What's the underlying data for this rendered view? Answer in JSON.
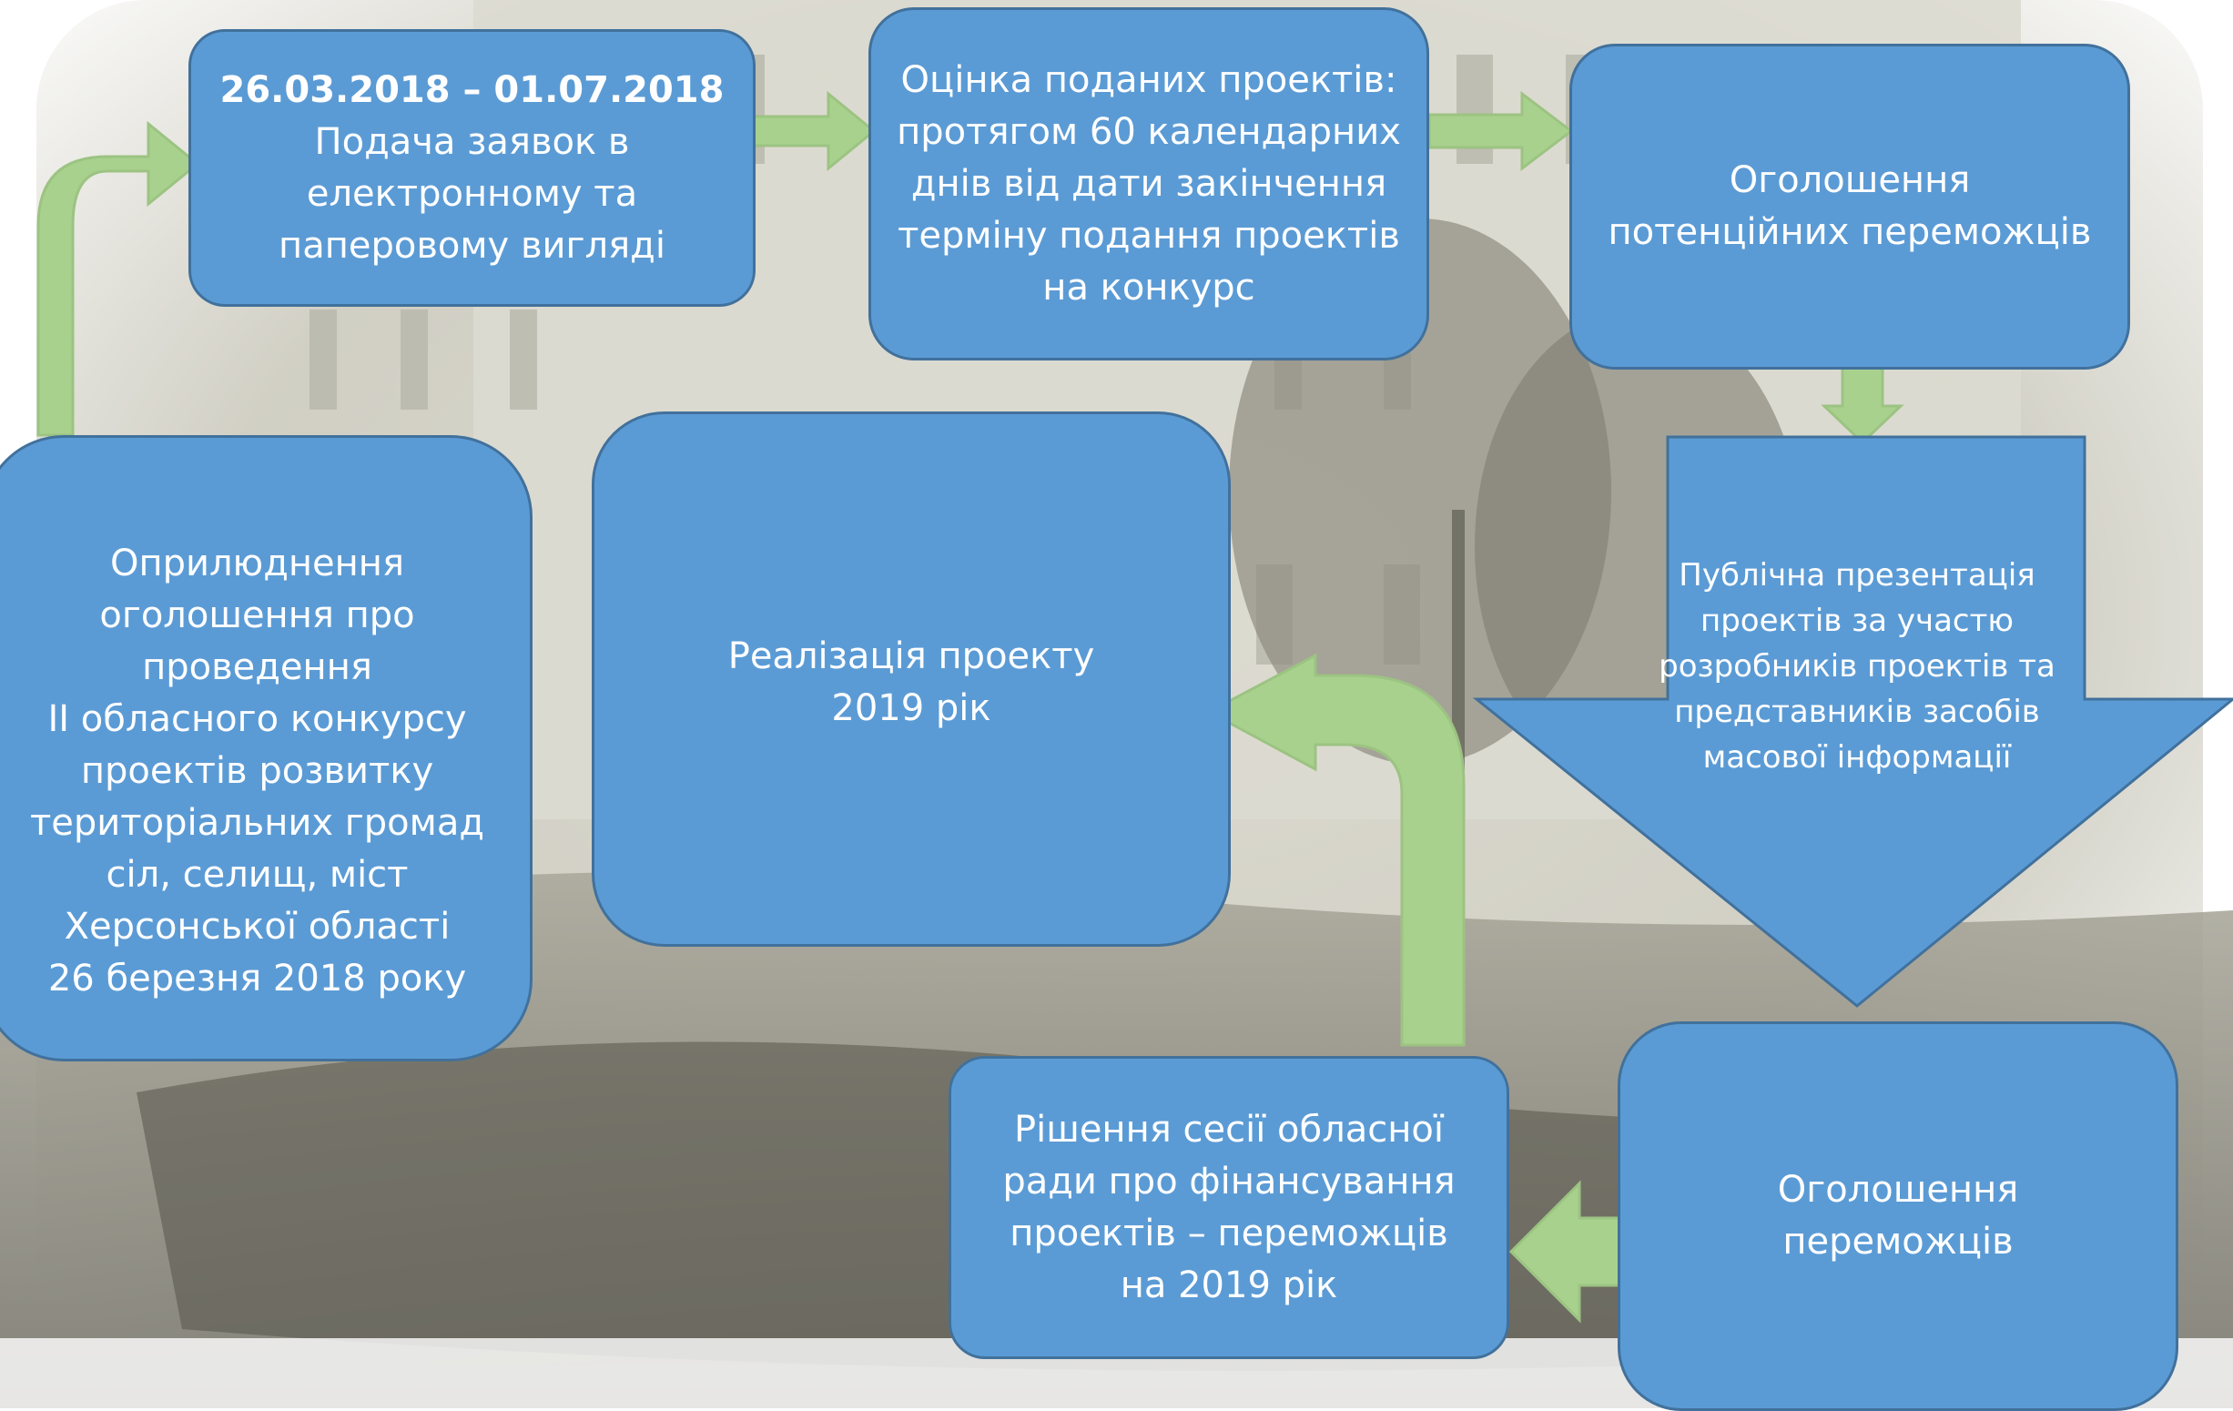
{
  "colors": {
    "box_fill": "#5b9bd5",
    "box_border": "#41719c",
    "arrow_fill": "#a9d18e",
    "arrow_border": "#9cc382",
    "text": "#ffffff"
  },
  "nodes": {
    "submission": {
      "date_range": "26.03.2018 – 01.07.2018",
      "lines": [
        "Подача заявок в",
        "електронному та",
        "паперовому вигляді"
      ]
    },
    "evaluation": {
      "lines": [
        "Оцінка поданих проектів:",
        "протягом 60 календарних",
        "днів від дати закінчення",
        "терміну подання проектів",
        "на конкурс"
      ]
    },
    "potential_winners": {
      "lines": [
        "Оголошення",
        "потенційних переможців"
      ]
    },
    "public_presentation": {
      "lines": [
        "Публічна презентація",
        "проектів за участю",
        "розробників проектів та",
        "представників засобів",
        "масової інформації"
      ]
    },
    "winners": {
      "lines": [
        "Оголошення",
        "переможців"
      ]
    },
    "council_decision": {
      "lines": [
        "Рішення сесії обласної",
        "ради про фінансування",
        "проектів – переможців",
        "на 2019 рік"
      ]
    },
    "implementation": {
      "lines": [
        "Реалізація проекту",
        "2019 рік"
      ]
    },
    "announcement": {
      "lines": [
        "Оприлюднення",
        "оголошення про",
        "проведення",
        "ІІ обласного конкурсу",
        "проектів розвитку",
        "територіальних громад",
        "сіл, селищ, міст",
        "Херсонської області",
        "26 березня 2018 року"
      ]
    }
  }
}
